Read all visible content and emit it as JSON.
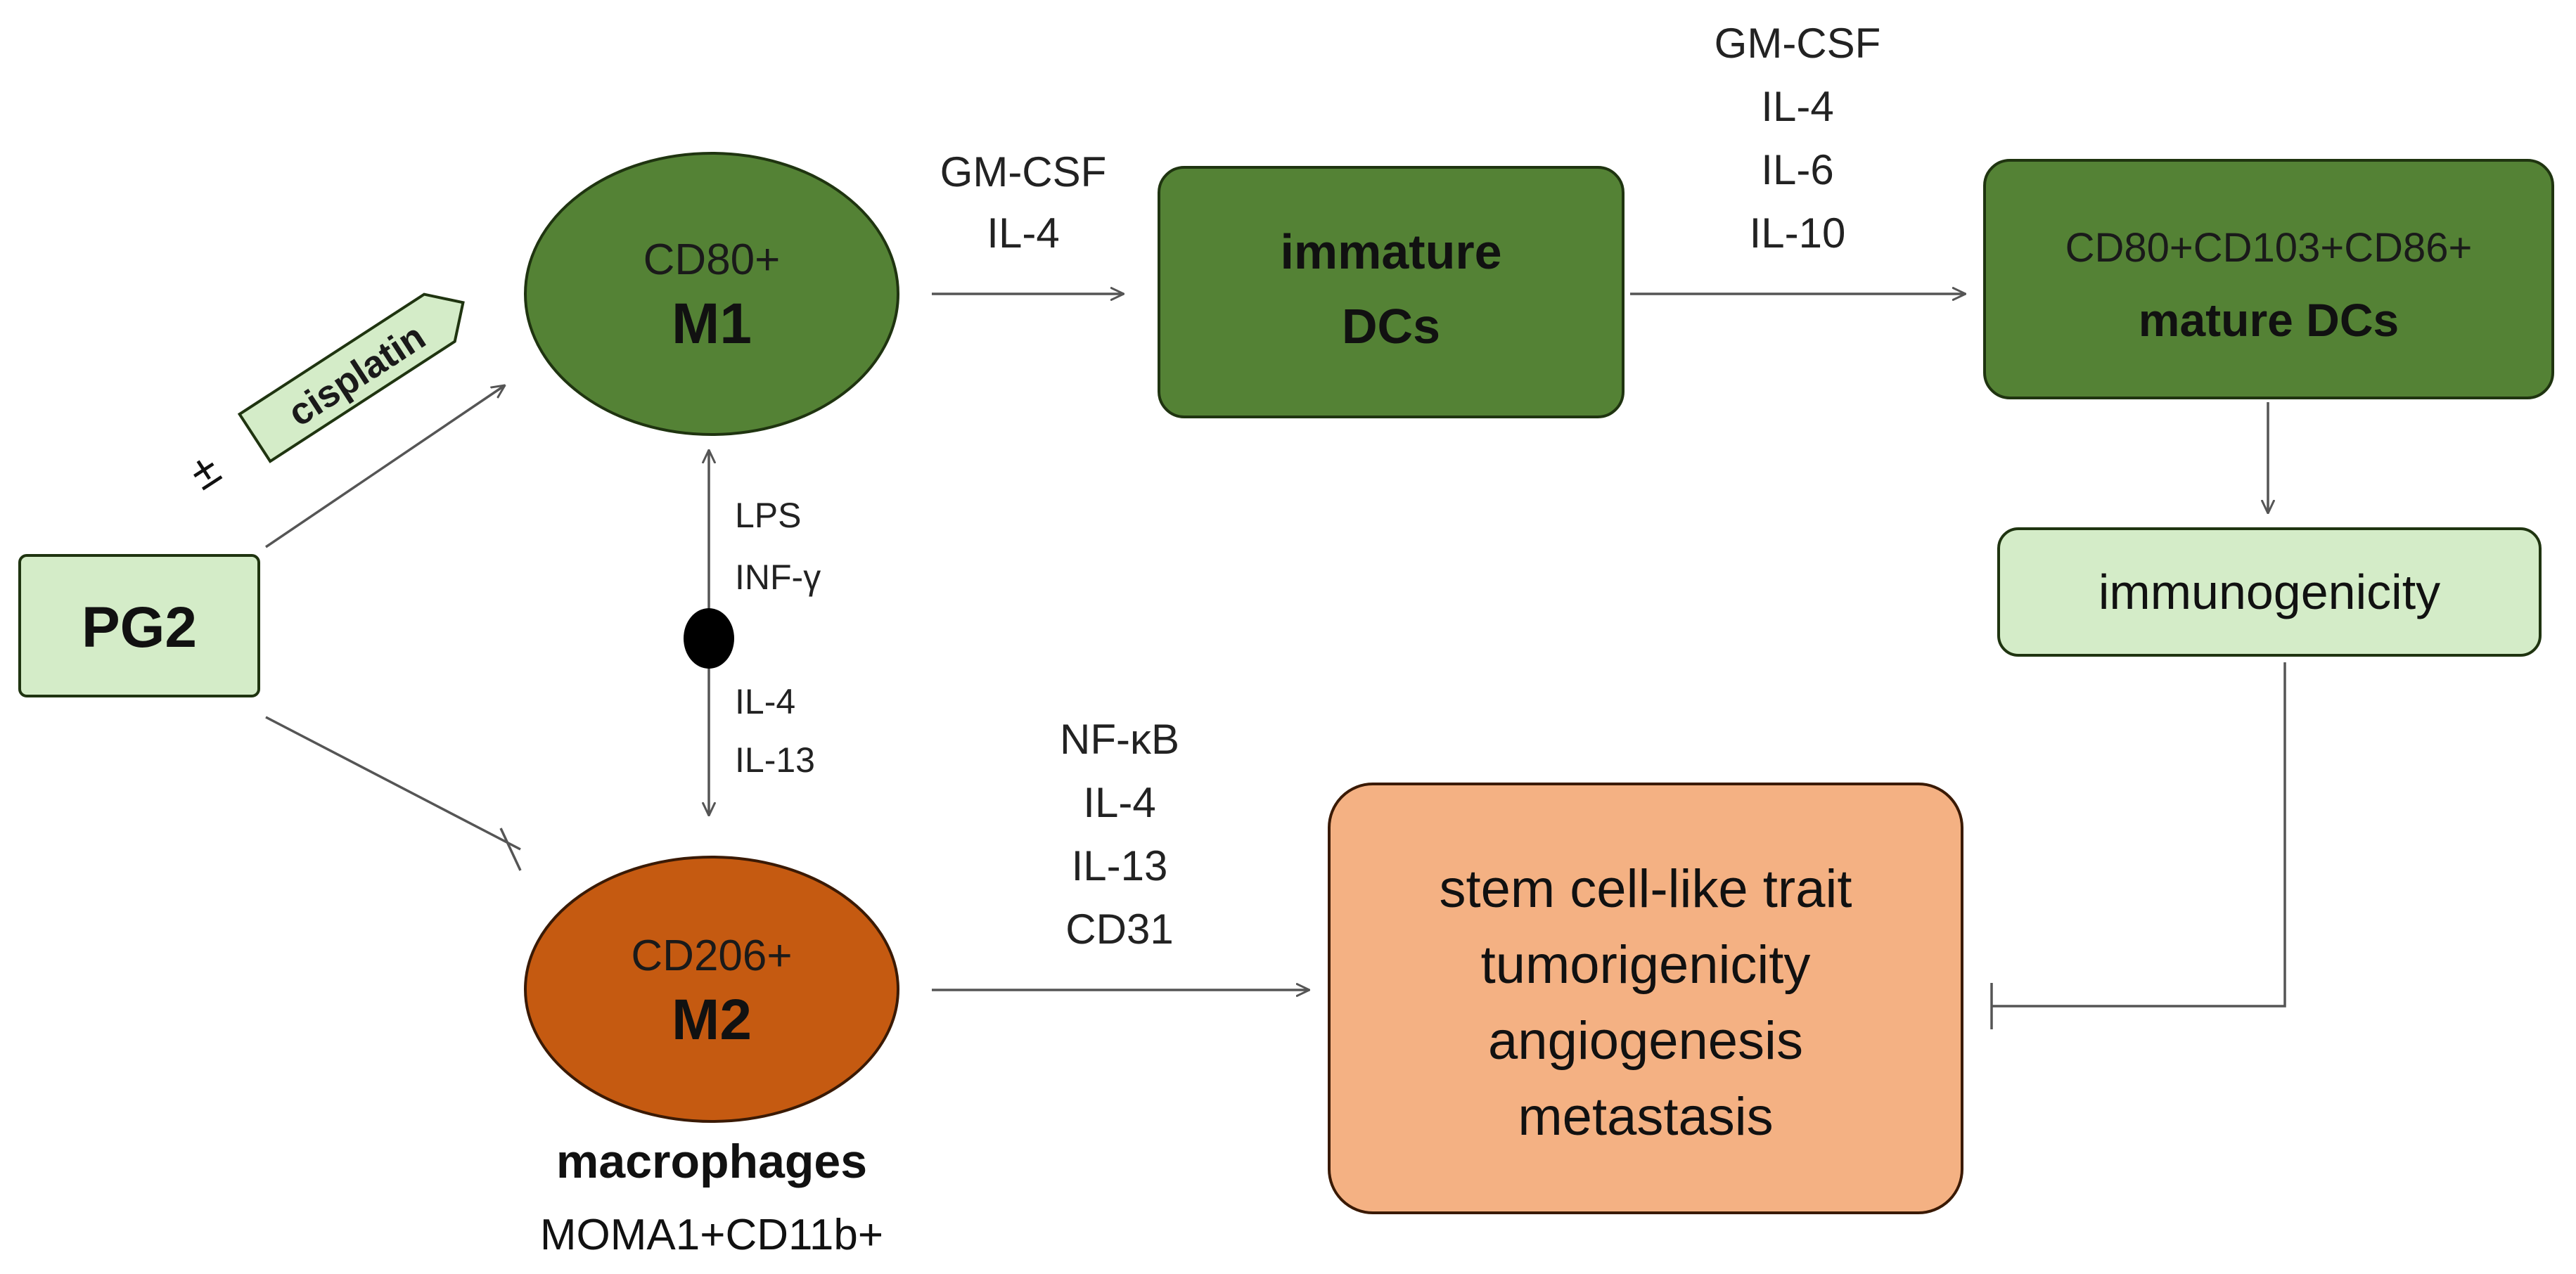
{
  "colors": {
    "dark_green": "#548235",
    "light_green": "#d4ecc8",
    "orange": "#c55a11",
    "peach": "#f4b183",
    "line": "#555555"
  },
  "nodes": {
    "pg2": "PG2",
    "cisplatin": "cisplatin",
    "pm": "±",
    "m1": {
      "marker": "CD80+",
      "name": "M1"
    },
    "m2": {
      "marker": "CD206+",
      "name": "M2"
    },
    "immature_dcs": {
      "line1": "immature",
      "line2": "DCs"
    },
    "mature_dcs": {
      "marker": "CD80+CD103+CD86+",
      "name": "mature DCs"
    },
    "immunogenicity": "immunogenicity",
    "outcomes": [
      "stem cell-like trait",
      "tumorigenicity",
      "angiogenesis",
      "metastasis"
    ],
    "macrophages": {
      "title": "macrophages",
      "markers": "MOMA1+CD11b+"
    }
  },
  "labels": {
    "m1_to_idc": [
      "GM-CSF",
      "IL-4"
    ],
    "idc_to_mdc": [
      "GM-CSF",
      "IL-4",
      "IL-6",
      "IL-10"
    ],
    "to_m1": [
      "LPS",
      "INF-γ"
    ],
    "to_m2": [
      "IL-4",
      "IL-13"
    ],
    "m2_to_outcomes": [
      "NF-κB",
      "IL-4",
      "IL-13",
      "CD31"
    ]
  }
}
